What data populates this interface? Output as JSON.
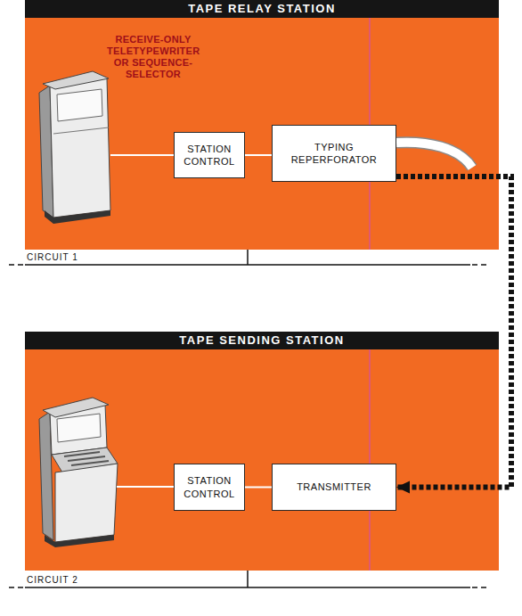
{
  "diagram": {
    "nodes": [
      {
        "text": [
          "TAPE RELAY STATION"
        ]
      },
      {
        "text": [
          "STATION CONTROL"
        ],
        "in": 0
      },
      {
        "text": [
          "TYPING REPERFORATOR"
        ],
        "in": 0
      },
      {
        "text": [
          "TAPE SENDING STATION"
        ]
      },
      {
        "text": [
          "STATION CONTROL"
        ],
        "in": 3
      },
      {
        "text": [
          "TRANSMITTER"
        ],
        "in": 3
      }
    ],
    "edges": [
      {
        "from": 1,
        "to": 2,
        "arrow": "none"
      },
      {
        "from": 4,
        "to": 5,
        "arrow": "none"
      },
      {
        "from": 2,
        "to": 5,
        "arrow": "to"
      }
    ],
    "labels": [
      "RECEIVE-ONLY TELETYPEWRITER OR SEQUENCE-SELECTOR",
      "CIRCUIT 1",
      "CIRCUIT 2"
    ]
  }
}
